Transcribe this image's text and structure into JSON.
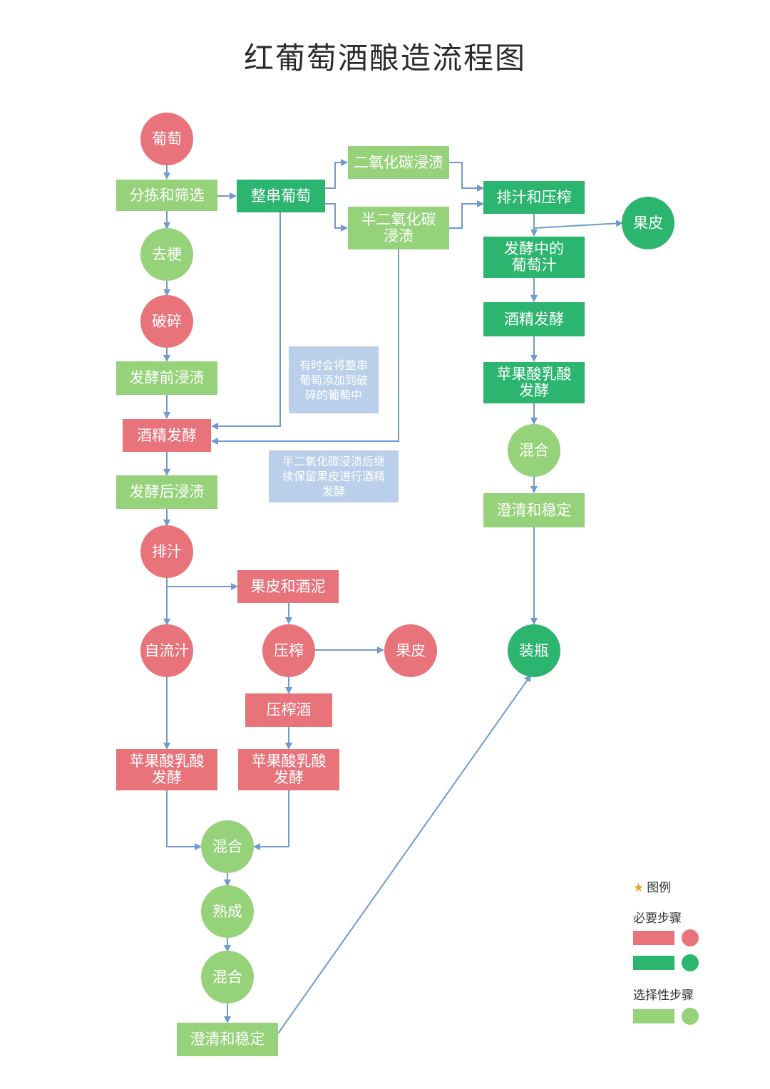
{
  "title": "红葡萄酒酿造流程图",
  "colors": {
    "required_red": "#e8737a",
    "required_green": "#2cb56f",
    "optional_green": "#95d27a",
    "note_blue": "#b9cfea",
    "arrow": "#6f9ad0"
  },
  "nodes": {
    "grapes": "葡萄",
    "sorting": "分拣和筛选",
    "whole_cluster": "整串葡萄",
    "destemming": "去梗",
    "crushing": "破碎",
    "pre_maceration": "发酵前浸渍",
    "alcoholic_fermentation": "酒精发酵",
    "post_maceration": "发酵后浸渍",
    "draining": "排汁",
    "skins_and_lees": "果皮和酒泥",
    "free_run_juice": "自流汁",
    "pressing": "压榨",
    "pomace_left": "果皮",
    "press_wine": "压榨酒",
    "mlf_free_run": "苹果酸乳酸发酵",
    "mlf_press": "苹果酸乳酸发酵",
    "blending_1": "混合",
    "maturation": "熟成",
    "blending_2": "混合",
    "clarify_left": "澄清和稳定",
    "carbonic_maceration": "二氧化碳浸渍",
    "semi_carbonic": "半二氧化碳浸渍",
    "drain_press_right": "排汁和压榨",
    "pomace_right": "果皮",
    "fermenting_must": "发酵中的葡萄汁",
    "alcoholic_fermentation_right": "酒精发酵",
    "mlf_right": "苹果酸乳酸发酵",
    "blending_right": "混合",
    "clarify_right": "澄清和稳定",
    "bottling": "装瓶"
  },
  "notes": {
    "whole_cluster_note": "有时会将整串葡萄添加到破碎的葡萄中",
    "semi_carbonic_note": "半二氧化碳浸渍后继续保留果皮进行酒精发酵"
  },
  "legend": {
    "title": "图例",
    "required_label": "必要步骤",
    "optional_label": "选择性步骤"
  }
}
